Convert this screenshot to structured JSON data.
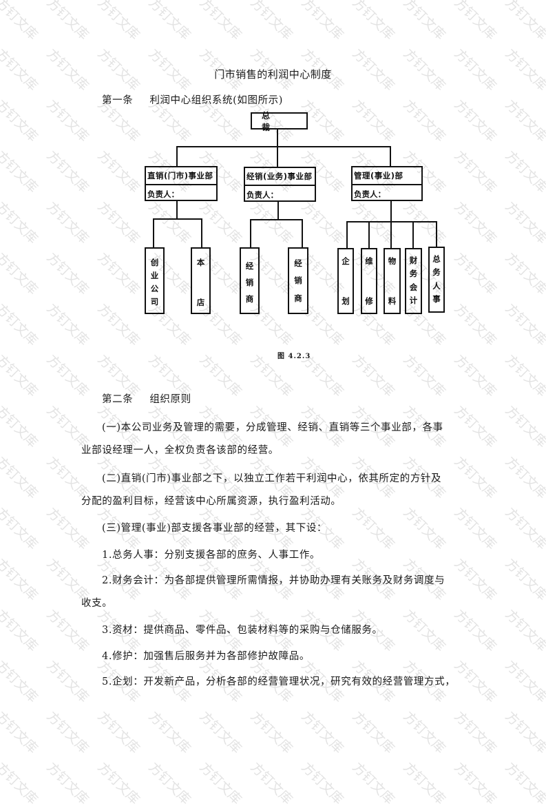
{
  "watermark": {
    "text": "方钉文库",
    "color": "#e3e3e3"
  },
  "document": {
    "title": "门市销售的利润中心制度",
    "article1": {
      "heading": "第一条",
      "text": "利润中心组织系统(如图所示)"
    },
    "org_chart": {
      "root": "总　裁",
      "departments": [
        {
          "name": "直销(门市)事业部",
          "lead_label": "负责人：",
          "children": [
            [
              "创",
              "业",
              "公",
              "司"
            ],
            [
              "本",
              "店"
            ]
          ]
        },
        {
          "name": "经销(业务)事业部",
          "lead_label": "负责人：",
          "children": [
            [
              "经",
              "销",
              "商"
            ],
            [
              "经",
              "销",
              "商"
            ]
          ]
        },
        {
          "name": "管理(事业)部",
          "lead_label": "负责人：",
          "children": [
            [
              "企",
              "划"
            ],
            [
              "维",
              "修"
            ],
            [
              "物",
              "料"
            ],
            [
              "财",
              "务",
              "会",
              "计"
            ],
            [
              "总",
              "务",
              "人",
              "事"
            ]
          ]
        }
      ],
      "caption": "图 4.2.3"
    },
    "article2": {
      "heading": "第二条",
      "title": "组织原则",
      "paragraphs": [
        {
          "line1": "(一)本公司业务及管理的需要，分成管理、经销、直销等三个事业部，各事",
          "line2": "业部设经理一人，全权负责各该部的经营。"
        },
        {
          "line1": "(二)直销(门市)事业部之下，以独立工作若干利润中心，依其所定的方针及",
          "line2": "分配的盈利目标，经营该中心所属资源，执行盈利活动。"
        },
        {
          "line1": "(三)管理(事业)部支援各事业部的经营，其下设："
        },
        {
          "line1": "1.总务人事：分别支援各部的庶务、人事工作。"
        },
        {
          "line1": "2.财务会计：为各部提供管理所需情报，并协助办理有关账务及财务调度与",
          "line2": "收支。"
        },
        {
          "line1": "3.资材：提供商品、零件品、包装材料等的采购与仓储服务。"
        },
        {
          "line1": "4.修护：加强售后服务并为各部修护故障品。"
        },
        {
          "line1": "5.企划：开发新产品，分析各部的经营管理状况，研究有效的经营管理方式，"
        }
      ]
    }
  }
}
